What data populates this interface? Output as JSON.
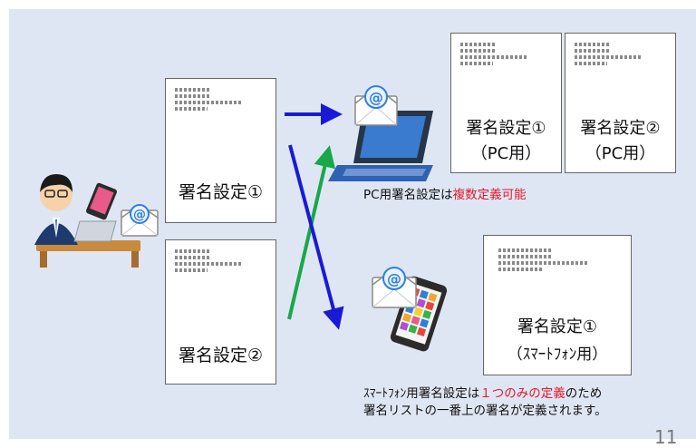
{
  "docs": {
    "center_top": "署名設定①",
    "center_bottom": "署名設定②",
    "pc1": {
      "line1": "署名設定①",
      "line2": "（PC用）"
    },
    "pc2": {
      "line1": "署名設定②",
      "line2": "（PC用）"
    },
    "phone": {
      "line1": "署名設定①",
      "line2": "（ｽﾏｰﾄﾌｫﾝ用）"
    }
  },
  "captions": {
    "pc": {
      "part1": "PC用署名設定は",
      "part2": "複数定義可能"
    },
    "phone": {
      "part1": "ｽﾏｰﾄﾌｫﾝ用署名設定は",
      "part2": "１つのみの定義",
      "part3": "のため",
      "line2": "署名リストの一番上の署名が定義されます。"
    }
  },
  "email_icon": {
    "symbol": "@"
  },
  "page_number": "11",
  "colors": {
    "blue_arrow": "#1a1ad6",
    "green_arrow": "#18a84a",
    "highlight": "#e0182b",
    "background": "#dfe6f3"
  }
}
